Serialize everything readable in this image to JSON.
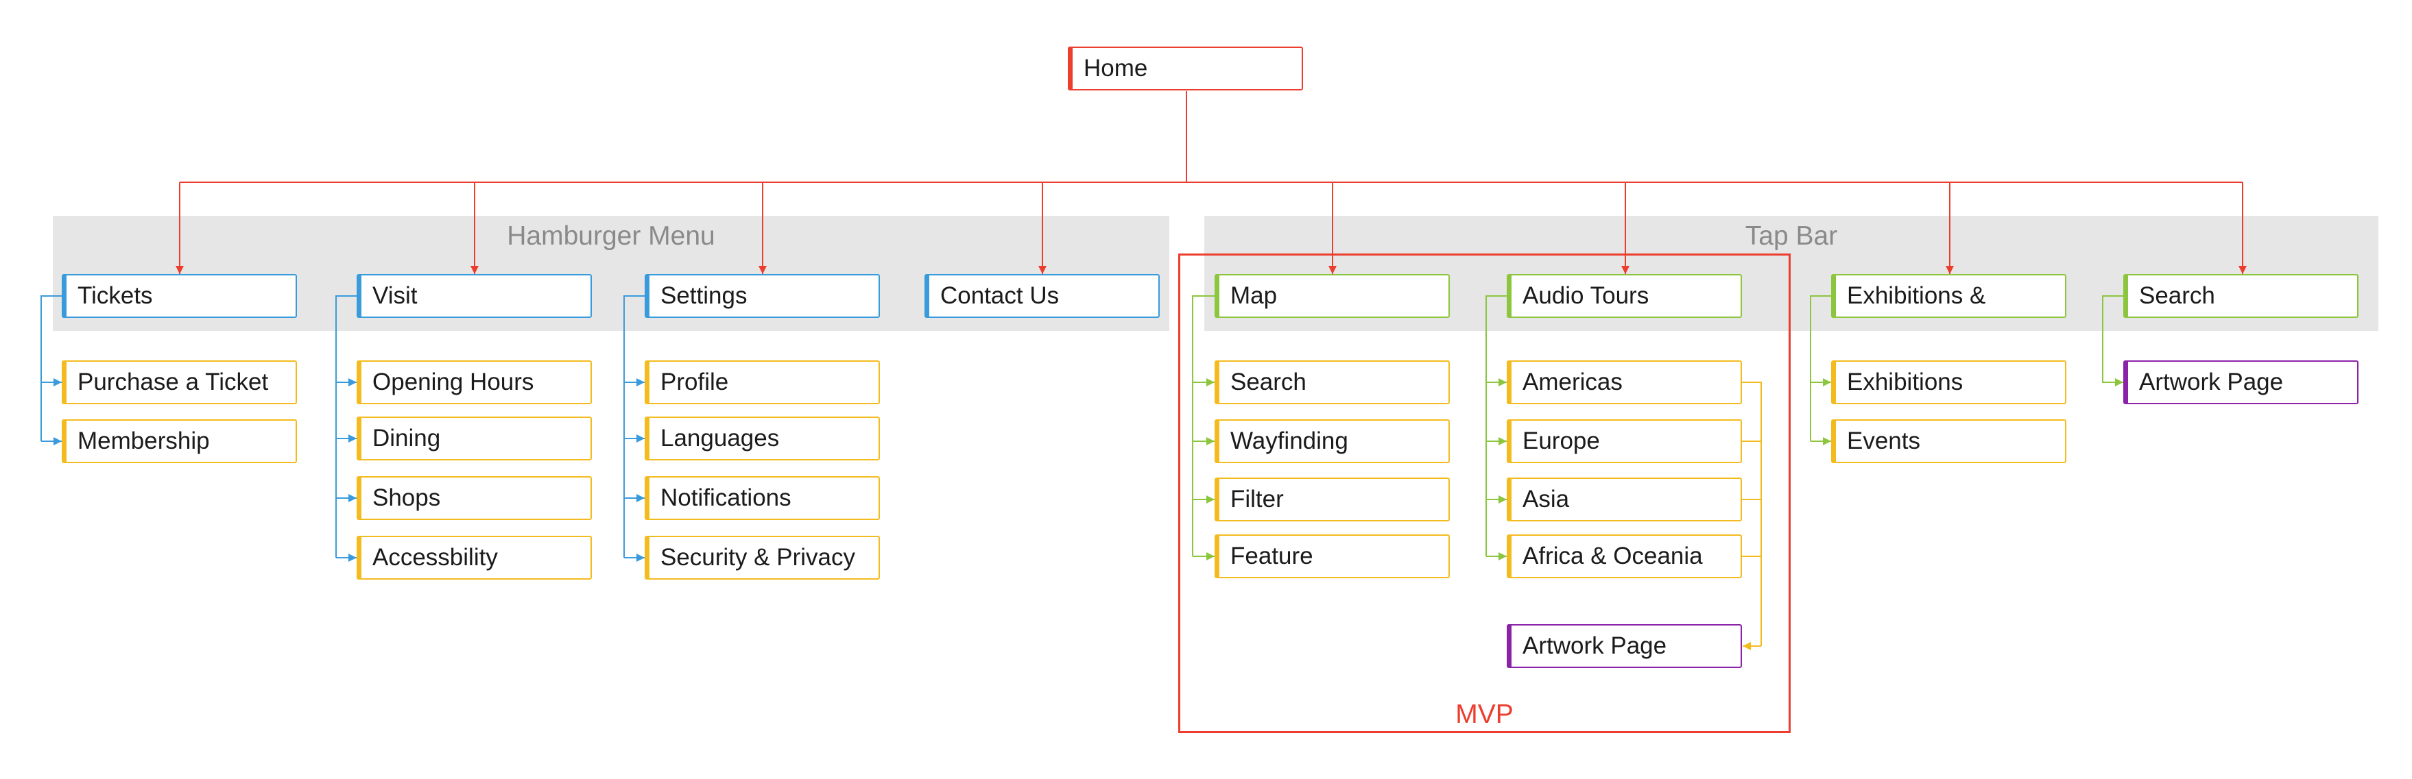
{
  "colors": {
    "root": "#ec3d2e",
    "blue": "#3a9bdc",
    "green": "#8cc63f",
    "yellow": "#f4bb1f",
    "purple": "#8b23a8",
    "band": "#e6e6e6",
    "band_text": "#8a8a8a"
  },
  "diagram": {
    "root": "Home",
    "groups": {
      "hamburger": "Hamburger Menu",
      "tapbar": "Tap Bar",
      "mvp": "MVP"
    },
    "tickets": {
      "label": "Tickets",
      "children": [
        "Purchase a Ticket",
        "Membership"
      ]
    },
    "visit": {
      "label": "Visit",
      "children": [
        "Opening Hours",
        "Dining",
        "Shops",
        "Accessbility"
      ]
    },
    "settings": {
      "label": "Settings",
      "children": [
        "Profile",
        "Languages",
        "Notifications",
        "Security & Privacy"
      ]
    },
    "contact": {
      "label": "Contact Us"
    },
    "map": {
      "label": "Map",
      "children": [
        "Search",
        "Wayfinding",
        "Filter",
        "Feature"
      ]
    },
    "audio": {
      "label": "Audio Tours",
      "children": [
        "Americas",
        "Europe",
        "Asia",
        "Africa & Oceania"
      ],
      "artwork": "Artwork Page"
    },
    "exhibitions": {
      "label": "Exhibitions &",
      "children": [
        "Exhibitions",
        "Events"
      ]
    },
    "search": {
      "label": "Search",
      "children": [
        "Artwork Page"
      ]
    }
  }
}
